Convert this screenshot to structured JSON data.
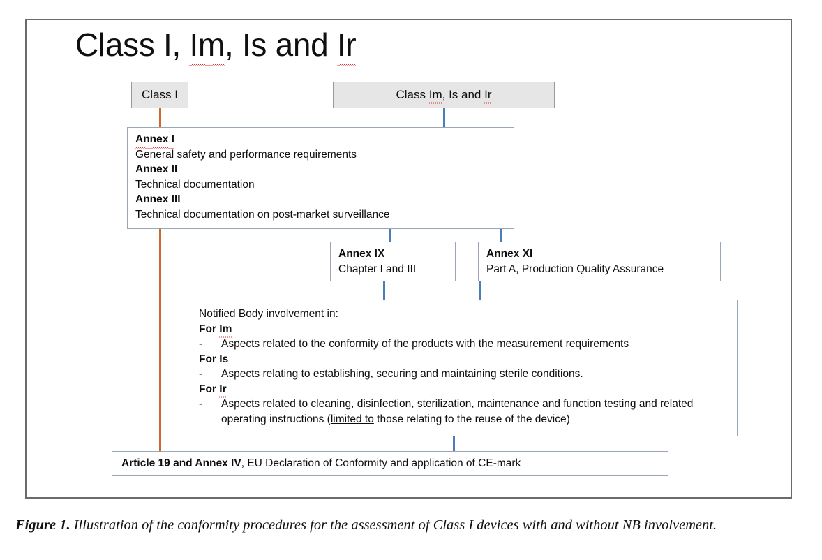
{
  "figure": {
    "title": "Class I, Im, Is and Ir",
    "title_parts": [
      {
        "text": "Class I, ",
        "misspelled": false
      },
      {
        "text": "Im",
        "misspelled": true
      },
      {
        "text": ", Is and ",
        "misspelled": false
      },
      {
        "text": "Ir",
        "misspelled": true
      }
    ],
    "caption_label": "Figure 1.",
    "caption_text": " Illustration of the conformity procedures for the assessment of Class I devices with and without NB involvement.",
    "frame_border_color": "#6b6b6b"
  },
  "colors": {
    "connector_blue": "#4a7ebb",
    "connector_orange": "#d0672b",
    "header_box_fill": "#e6e6e6",
    "header_box_border": "#9a9a9a",
    "box_border": "#9aa5b5"
  },
  "nodes": {
    "class_i": {
      "label": "Class I"
    },
    "class_im_is_ir": {
      "label": "Class Im, Is and Ir",
      "parts": [
        {
          "text": "Class ",
          "misspelled": false
        },
        {
          "text": "Im",
          "misspelled": true
        },
        {
          "text": ", Is and ",
          "misspelled": false
        },
        {
          "text": "Ir",
          "misspelled": true
        }
      ]
    },
    "annexes": {
      "lines": [
        {
          "heading": "Annex I",
          "heading_misspelled": true,
          "body": "General safety and performance requirements"
        },
        {
          "heading": "Annex II",
          "heading_misspelled": false,
          "body": "Technical documentation"
        },
        {
          "heading": "Annex III",
          "heading_misspelled": false,
          "body": "Technical documentation on post-market surveillance"
        }
      ]
    },
    "annex_ix": {
      "heading": "Annex IX",
      "body": "Chapter I and III"
    },
    "annex_xi": {
      "heading": "Annex XI",
      "body": "Part A, Production Quality Assurance"
    },
    "notified_body": {
      "intro": "Notified Body involvement in:",
      "groups": [
        {
          "heading_prefix": "For ",
          "heading_term": "Im",
          "heading_misspelled": true,
          "dash": "-",
          "items": [
            {
              "text": "Aspects related to the conformity of the products with the measurement requirements"
            }
          ]
        },
        {
          "heading_prefix": "For ",
          "heading_term": "Is",
          "heading_misspelled": false,
          "dash": "-",
          "items": [
            {
              "text": "Aspects relating to establishing, securing and maintaining sterile conditions."
            }
          ]
        },
        {
          "heading_prefix": "For ",
          "heading_term": "Ir",
          "heading_misspelled": true,
          "dash": "-",
          "items": [
            {
              "text_before": "Aspects related to cleaning, disinfection, sterilization, maintenance and function testing and related operating instructions (",
              "text_underlined": "limited to",
              "text_after": " those relating to the reuse of the device)"
            }
          ]
        }
      ]
    },
    "article_19": {
      "bold_part": "Article 19 and Annex IV",
      "rest": ", EU Declaration of Conformity and application of CE-mark"
    }
  }
}
